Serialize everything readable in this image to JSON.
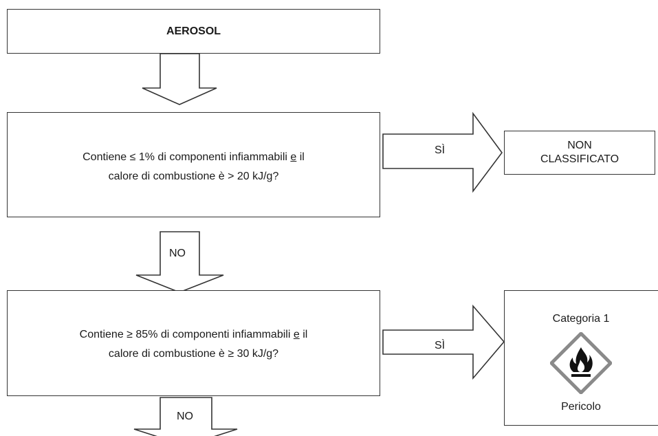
{
  "start": {
    "title": "AEROSOL"
  },
  "q1": {
    "line1_pre": "Contiene ≤ 1% di componenti infiammabili ",
    "conj": "e",
    "line1_post": " il",
    "line2": "calore di combustione è > 20 kJ/g?"
  },
  "q2": {
    "line1_pre": "Contiene ≥ 85% di componenti infiammabili ",
    "conj": "e",
    "line1_post": " il",
    "line2": "calore di combustione è ≥ 30 kJ/g?"
  },
  "yes_label": "SÌ",
  "no_label": "NO",
  "result1": {
    "line1": "NON",
    "line2": "CLASSIFICATO"
  },
  "result2": {
    "category": "Categoria 1",
    "signal": "Pericolo",
    "pictogram": "flame-pictogram"
  }
}
